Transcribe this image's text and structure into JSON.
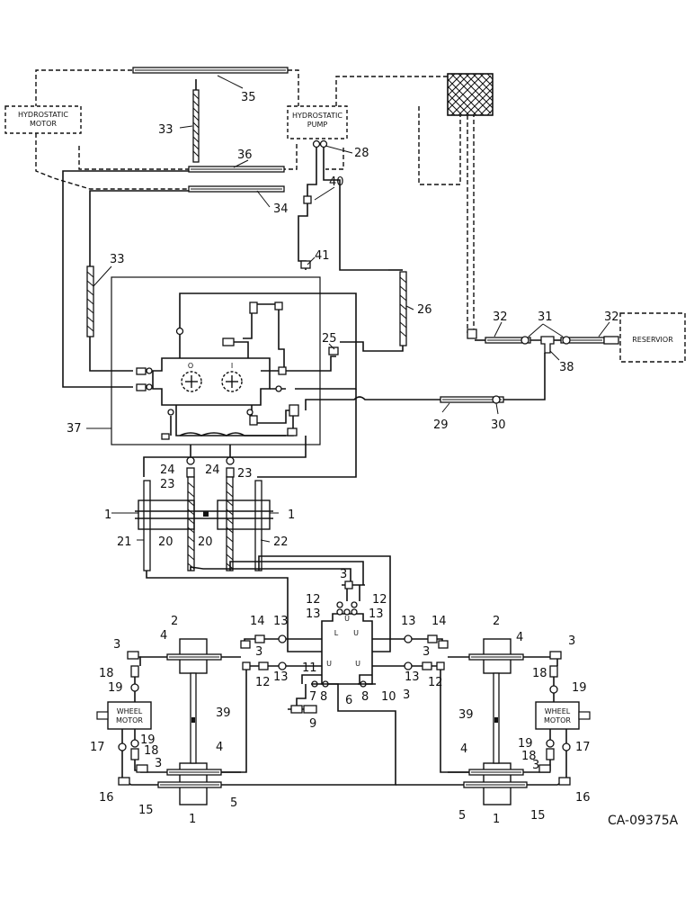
{
  "components": {
    "hydrostatic_motor": "HYDROSTATIC\nMOTOR",
    "hydrostatic_pump": "HYDROSTATIC\nPUMP",
    "reservoir": "RESERVIOR",
    "wheel_motor_left": "WHEEL\nMOTOR",
    "wheel_motor_right": "WHEEL\nMOTOR",
    "valve_port_o": "O",
    "valve_port_i": "I",
    "block_port_l1": "L",
    "block_port_u1": "U",
    "block_port_l2": "U",
    "block_port_u2": "U",
    "block_port_u3": "U"
  },
  "callouts": [
    "1",
    "2",
    "3",
    "4",
    "5",
    "6",
    "7",
    "8",
    "9",
    "10",
    "11",
    "12",
    "13",
    "14",
    "15",
    "16",
    "17",
    "18",
    "19",
    "20",
    "21",
    "22",
    "23",
    "24",
    "25",
    "26",
    "28",
    "29",
    "30",
    "31",
    "32",
    "33",
    "34",
    "35",
    "36",
    "37",
    "38",
    "39",
    "40",
    "41"
  ],
  "drawing_code": "CA-09375A"
}
